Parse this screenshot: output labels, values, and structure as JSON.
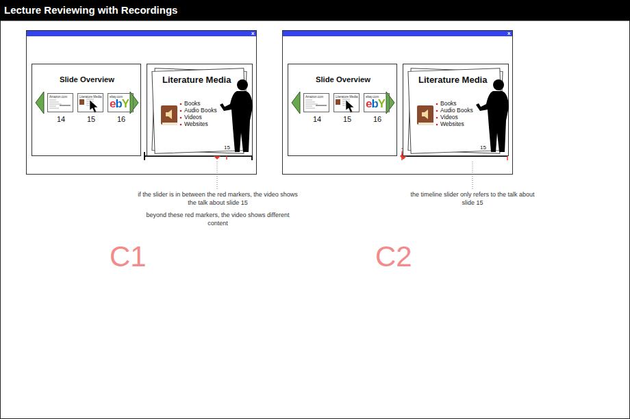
{
  "diagram": {
    "title": "Lecture Reviewing with Recordings",
    "nodes": [
      {
        "text": [
          "x"
        ]
      },
      {
        "text": [
          "Slide Overview"
        ],
        "in": 0
      },
      {
        "text": [
          "Amazon.com",
          "14"
        ],
        "in": 1
      },
      {
        "text": [
          "Literature Media",
          "15"
        ],
        "in": 1
      },
      {
        "text": [
          "ebay.com",
          "ebY",
          "16"
        ],
        "in": 1
      },
      {
        "text": [
          "Literature Media",
          "Books",
          "Audio Books",
          "Videos",
          "Websites",
          "15"
        ],
        "in": 0
      },
      {
        "text": [
          "x"
        ]
      },
      {
        "text": [
          "Slide Overview"
        ],
        "in": 6
      },
      {
        "text": [
          "Amazon.com",
          "14"
        ],
        "in": 7
      },
      {
        "text": [
          "Literature Media",
          "15"
        ],
        "in": 7
      },
      {
        "text": [
          "ebay.com",
          "ebY",
          "16"
        ],
        "in": 7
      },
      {
        "text": [
          "Literature Media",
          "Books",
          "Audio Books",
          "Videos",
          "Websites",
          "15"
        ],
        "in": 6
      }
    ],
    "labels": [
      "if the slider is in between the red markers, the video shows the talk about slide 15",
      "beyond these red markers, the video shows different content",
      "C1",
      "the timeline slider only refers to the talk about slide 15",
      "C2"
    ]
  }
}
